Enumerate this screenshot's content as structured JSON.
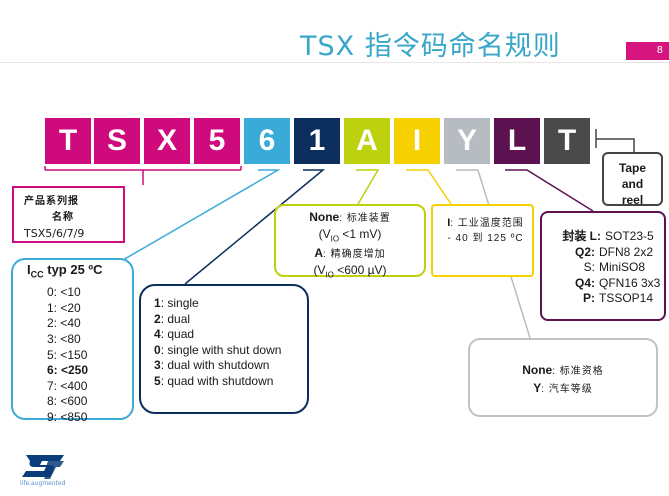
{
  "title": "TSX 指令码命名规则",
  "page_number": "8",
  "code_blocks": [
    {
      "char": "T",
      "color": "#cf0a7d"
    },
    {
      "char": "S",
      "color": "#cf0a7d"
    },
    {
      "char": "X",
      "color": "#cf0a7d"
    },
    {
      "char": "5",
      "color": "#cf0a7d"
    },
    {
      "char": "6",
      "color": "#3aaad8"
    },
    {
      "char": "1",
      "color": "#0b2e5c"
    },
    {
      "char": "A",
      "color": "#bdd10f"
    },
    {
      "char": "I",
      "color": "#f6d000"
    },
    {
      "char": "Y",
      "color": "#b7bcc2"
    },
    {
      "char": "L",
      "color": "#5c1250"
    },
    {
      "char": "T",
      "color": "#4a4a4a"
    }
  ],
  "family_box": {
    "line1": "产品系列报",
    "line2": "名称",
    "line3": "TSX5/6/7/9"
  },
  "icc_box": {
    "head": "I",
    "head_sub": "CC",
    "head_rest": " typ 25 ºC",
    "rows": [
      "0: <10",
      "1: <20",
      "2: <40",
      "3: <80",
      "5: <150",
      "6: <250",
      "7: <400",
      "8: <600",
      "9: <850"
    ]
  },
  "channels_box": {
    "rows": [
      {
        "key": "1",
        "text": ": single"
      },
      {
        "key": "2",
        "text": ": dual"
      },
      {
        "key": "4",
        "text": ": quad"
      },
      {
        "key": "0",
        "text": ": single with shut down"
      },
      {
        "key": "3",
        "text": ": dual with shutdown"
      },
      {
        "key": "5",
        "text": ": quad with shutdown"
      }
    ]
  },
  "vio_box": {
    "l1_key": "None",
    "l1_text": ": 标准装置",
    "l2": "(V",
    "l2_sub": "IO",
    "l2_rest": " <1 mV)",
    "l3_key": "A",
    "l3_text": ": 精确度增加",
    "l4": "(V",
    "l4_sub": "IO",
    "l4_rest": " <600 µV)"
  },
  "temp_box": {
    "key": "I",
    "text": ": 工业温度范围 - 40 到 125 ºC"
  },
  "pkg_box": {
    "rows": [
      {
        "key": "封装 L:",
        "value": "SOT23-5"
      },
      {
        "key": "Q2:",
        "value": "DFN8 2x2"
      },
      {
        "key": "S:",
        "value": "MiniSO8"
      },
      {
        "key": "Q4:",
        "value": "QFN16 3x3"
      },
      {
        "key": "P:",
        "value": "TSSOP14"
      }
    ]
  },
  "grade_box": {
    "l1_key": "None",
    "l1_text": ": 标准资格",
    "l2_key": "Y",
    "l2_text": ": 汽车等级"
  },
  "tape_box": {
    "l1": "Tape",
    "l2": "and",
    "l3": "reel"
  },
  "logo": {
    "text": "life.augmented"
  }
}
